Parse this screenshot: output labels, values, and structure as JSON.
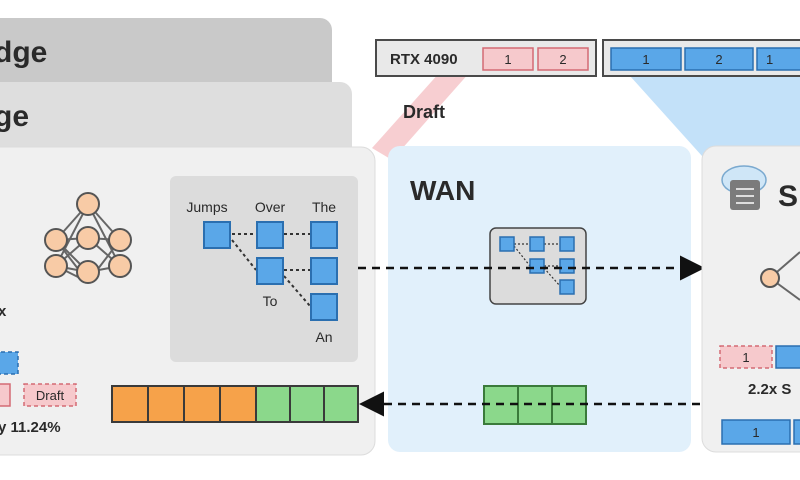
{
  "edge_cards": {
    "back_title_fragment": "dge",
    "middle_title_fragment": "ge"
  },
  "gpu_bar": {
    "label": "RTX 4090",
    "slots": [
      "1",
      "2"
    ]
  },
  "server_bar": {
    "slots": [
      "1",
      "2",
      "1"
    ]
  },
  "draft_label": "Draft",
  "token_tree": {
    "words": [
      "Jumps",
      "Over",
      "The",
      "To",
      "An"
    ]
  },
  "edge_panel": {
    "partial_text_1": "x",
    "draft_tag": "Draft",
    "accuracy_fragment": "y 11.24%"
  },
  "wan": {
    "title": "WAN"
  },
  "server_panel": {
    "title_fragment": "S",
    "small_slot": "1",
    "speedup_fragment": "2.2x S",
    "bottom_slot": "1"
  },
  "colors": {
    "draft_pink": "#f6c9cc",
    "token_blue": "#5aa7e8",
    "accepted_green": "#8bd88b",
    "orange": "#f6a24a",
    "wan_bg": "#e1f0fb",
    "panel_bg": "#f0f0f0"
  },
  "icons": [
    "neural-network-icon",
    "server-cloud-icon",
    "arrow-right-icon",
    "arrow-left-icon"
  ]
}
